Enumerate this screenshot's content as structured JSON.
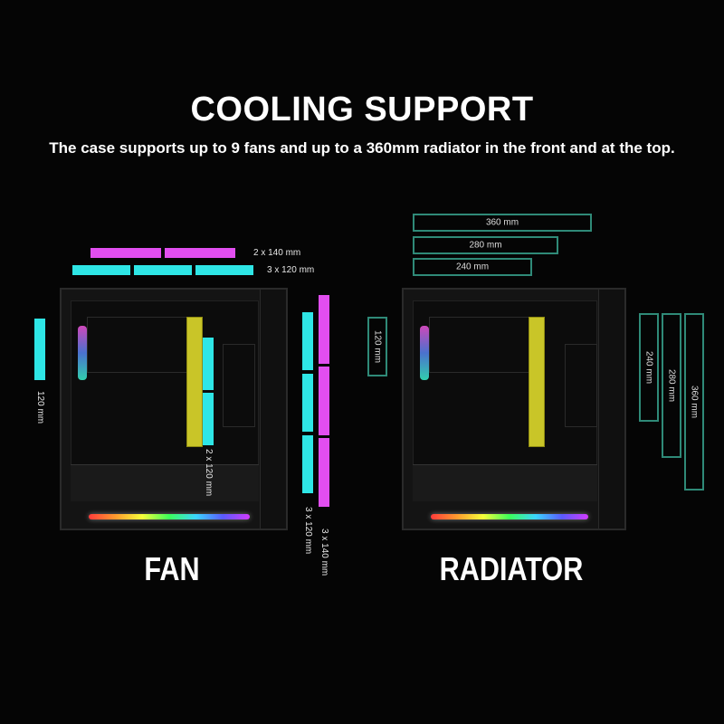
{
  "header": {
    "title": "COOLING SUPPORT",
    "subtitle": "The case supports up to 9 fans and up to a 360mm radiator in the front and at the top."
  },
  "colors": {
    "background": "#050505",
    "fan_140": "#e24ef0",
    "fan_120": "#2ee6e6",
    "radiator_outline": "#2f8a78",
    "gpu": "#c9c528"
  },
  "fan_section": {
    "label": "FAN",
    "top_140_label": "2 x 140 mm",
    "top_120_label": "3 x 120 mm",
    "rear_label": "120 mm",
    "side_label": "2 x 120 mm",
    "front_120_label": "3 x 120 mm",
    "front_140_label": "3 x 140 mm"
  },
  "radiator_section": {
    "label": "RADIATOR",
    "top_options": [
      "360 mm",
      "280 mm",
      "240 mm"
    ],
    "rear_label": "120 mm",
    "front_options": [
      "240 mm",
      "280 mm",
      "360 mm"
    ]
  }
}
